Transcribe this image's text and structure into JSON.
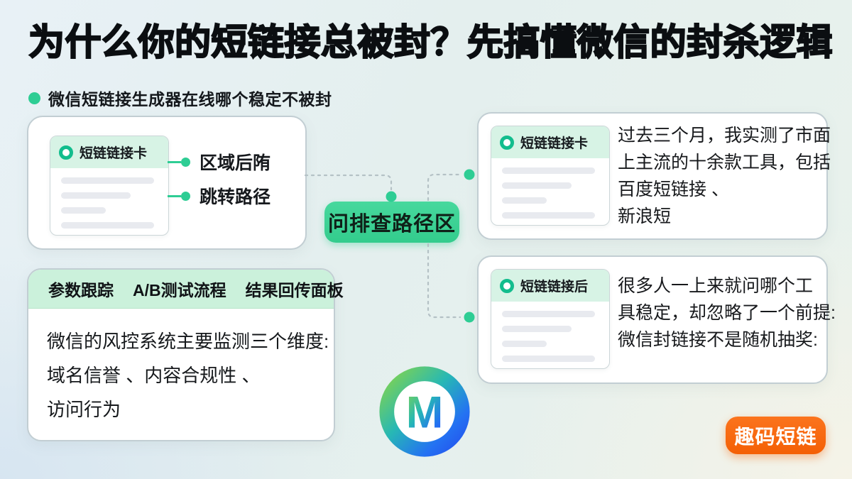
{
  "header": {
    "title": "为什么你的短链接总被封？先搞懂微信的封杀逻辑",
    "subtitle": "微信短链接生成器在线哪个稳定不被封"
  },
  "left_card": {
    "mini_card_title": "短链链接卡",
    "bullets": [
      "区域后陏",
      "跳转路径"
    ]
  },
  "center_node": {
    "label": "问排查路径区"
  },
  "right_top_card": {
    "mini_card_title": "短链链接卡",
    "lines": [
      "过去三个月，我实测了市面",
      "上主流的十余款工具，包括",
      "百度短链接 、",
      "新浪短"
    ]
  },
  "right_bottom_card": {
    "mini_card_title": "短链链接后",
    "lines": [
      "很多人一上来就问哪个工",
      "具稳定，却忽略了一个前提:",
      "微信封链接不是随机抽奖:"
    ]
  },
  "bottom_left_card": {
    "tabs": [
      "参数跟踪",
      "A/B测试流程",
      "结果回传面板"
    ],
    "lines": [
      "微信的风控系统主要监测三个维度:",
      "域名信誉 、内容合规性 、",
      "访问行为"
    ]
  },
  "logo": {
    "letter": "M"
  },
  "cta": {
    "label": "趣码短链"
  },
  "colors": {
    "accent_green": "#2ecd94",
    "node_green": "#3fd598",
    "mint_header": "#d7f3e5",
    "tab_header_mint": "#cbf1db",
    "cta_orange": "#f8680f",
    "logo_green": "#7ed24f",
    "logo_blue": "#2356f0",
    "text_dark": "#101418"
  },
  "icons": {
    "mini_card_badge": "ring-icon",
    "subtitle_bullet": "dot-icon",
    "logo_mark": "m-logo-icon"
  }
}
